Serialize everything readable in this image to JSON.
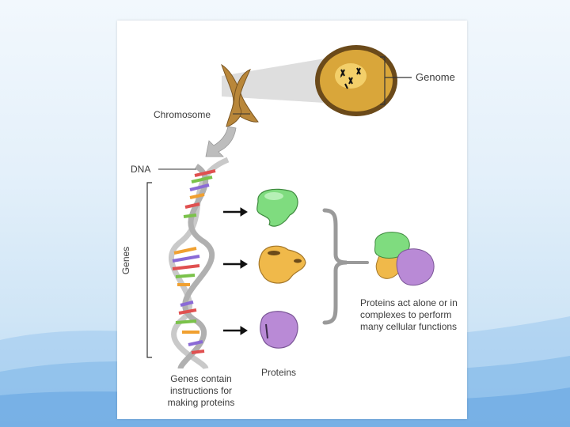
{
  "labels": {
    "genome": "Genome",
    "chromosome": "Chromosome",
    "dna": "DNA",
    "genes": "Genes",
    "genes_caption": "Genes contain instructions for making proteins",
    "proteins": "Proteins",
    "complex_caption": "Proteins act alone or in complexes to perform many cellular functions"
  },
  "colors": {
    "slide_bg": "#e4f0fa",
    "nucleus_fill": "#d9a63a",
    "protein_green": "#7fdc7f",
    "protein_orange": "#f0b94a",
    "protein_purple": "#b98ad6",
    "chromosome": "#b9873a",
    "dna_backbone": "#c9c9c9"
  },
  "icons": [
    "arrow-right-icon",
    "curly-brace-icon",
    "zoom-cone-icon",
    "curved-arrow-icon"
  ]
}
